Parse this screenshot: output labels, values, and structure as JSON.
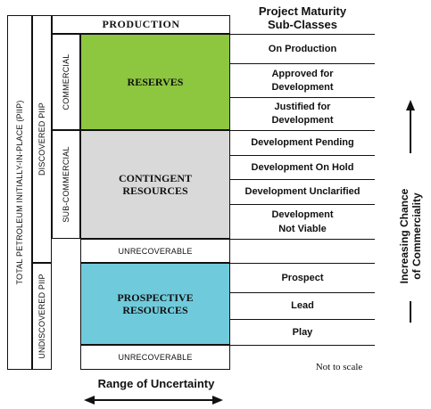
{
  "header": {
    "project_maturity_title_line1": "Project Maturity",
    "project_maturity_title_line2": "Sub-Classes"
  },
  "labels": {
    "total_piip": "TOTAL PETROLEUM INITIALLY-IN-PLACE (PIIP)",
    "discovered_piip": "DISCOVERED PIIP",
    "undiscovered_piip": "UNDISCOVERED PIIP",
    "commercial": "COMMERCIAL",
    "sub_commercial": "SUB-COMMERCIAL",
    "production": "PRODUCTION",
    "reserves": "RESERVES",
    "contingent_line1": "CONTINGENT",
    "contingent_line2": "RESOURCES",
    "prospective_line1": "PROSPECTIVE",
    "prospective_line2": "RESOURCES",
    "unrecoverable_1": "UNRECOVERABLE",
    "unrecoverable_2": "UNRECOVERABLE"
  },
  "subclasses": {
    "on_production": "On Production",
    "approved_line1": "Approved for",
    "approved_line2": "Development",
    "justified_line1": "Justified for",
    "justified_line2": "Development",
    "dev_pending": "Development Pending",
    "dev_on_hold": "Development On Hold",
    "dev_unclarified": "Development Unclarified",
    "not_viable_line1": "Development",
    "not_viable_line2": "Not Viable",
    "prospect": "Prospect",
    "lead": "Lead",
    "play": "Play"
  },
  "footer": {
    "range_of_uncertainty": "Range of Uncertainty",
    "not_to_scale": "Not to scale",
    "increasing_chance_line1": "Increasing Chance",
    "increasing_chance_line2": "of Commerciality"
  },
  "colors": {
    "reserves": "#8dc63f",
    "contingent": "#d9d9d9",
    "prospective": "#6fcbdc"
  }
}
